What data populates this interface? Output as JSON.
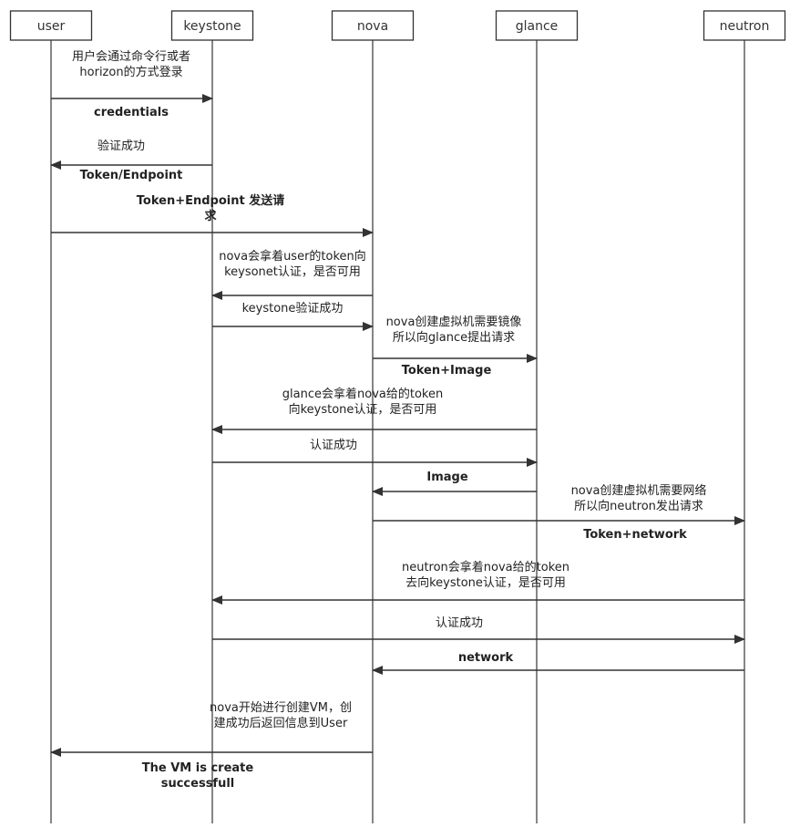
{
  "actors": [
    "user",
    "keystone",
    "nova",
    "glance",
    "neutron"
  ],
  "messages": [
    {
      "from": "user",
      "to": "keystone",
      "label": [
        "用户会通过命令行或者",
        "horizon的方式登录"
      ],
      "label_below": [
        "credentials"
      ]
    },
    {
      "from": "keystone",
      "to": "user",
      "label": [
        "验证成功"
      ],
      "label_below": [
        "Token/Endpoint"
      ]
    },
    {
      "from": "user",
      "to": "nova",
      "label": [
        "Token+Endpoint 发送请",
        "求"
      ],
      "bold_label": true,
      "label_below": []
    },
    {
      "from": "nova",
      "to": "keystone",
      "label": [
        "nova会拿着user的token向",
        "keysonet认证，是否可用"
      ],
      "label_below": []
    },
    {
      "from": "keystone",
      "to": "nova",
      "label": [
        "keystone验证成功"
      ],
      "label_below": []
    },
    {
      "from": "nova",
      "to": "glance",
      "label": [
        "nova创建虚拟机需要镜像",
        "所以向glance提出请求"
      ],
      "label_below": [
        "Token+Image"
      ]
    },
    {
      "from": "glance",
      "to": "keystone",
      "label": [
        "glance会拿着nova给的token",
        "向keystone认证，是否可用"
      ],
      "label_below": []
    },
    {
      "from": "keystone",
      "to": "glance",
      "label": [
        "认证成功"
      ],
      "label_below": []
    },
    {
      "from": "glance",
      "to": "nova",
      "label": [
        "Image"
      ],
      "bold_label": true,
      "label_below": []
    },
    {
      "from": "nova",
      "to": "neutron",
      "label": [
        "nova创建虚拟机需要网络",
        "所以向neutron发出请求"
      ],
      "label_below": [
        "Token+network"
      ]
    },
    {
      "from": "neutron",
      "to": "keystone",
      "label": [
        "neutron会拿着nova给的token",
        "去向keystone认证，是否可用"
      ],
      "label_below": []
    },
    {
      "from": "keystone",
      "to": "neutron",
      "label": [
        "认证成功"
      ],
      "label_below": []
    },
    {
      "from": "neutron",
      "to": "nova",
      "label": [
        "network"
      ],
      "bold_label": true,
      "label_below": []
    },
    {
      "from": "nova",
      "to": "user",
      "label": [
        "nova开始进行创建VM，创",
        "建成功后返回信息到User"
      ],
      "label_below": [
        "The VM is create",
        "successfull"
      ]
    }
  ]
}
